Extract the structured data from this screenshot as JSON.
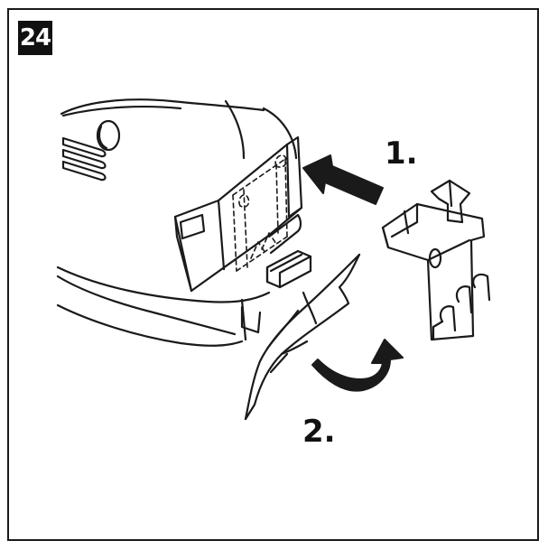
{
  "figure": {
    "step_number": "24",
    "step_1_label": "1.",
    "step_2_label": "2."
  },
  "colors": {
    "line": "#1a1a1a",
    "fill": "#ffffff",
    "badge": "#111111"
  },
  "icons": {
    "push_arrow": "arrow-left-icon",
    "rotate_arrow": "curved-arrow-icon"
  }
}
